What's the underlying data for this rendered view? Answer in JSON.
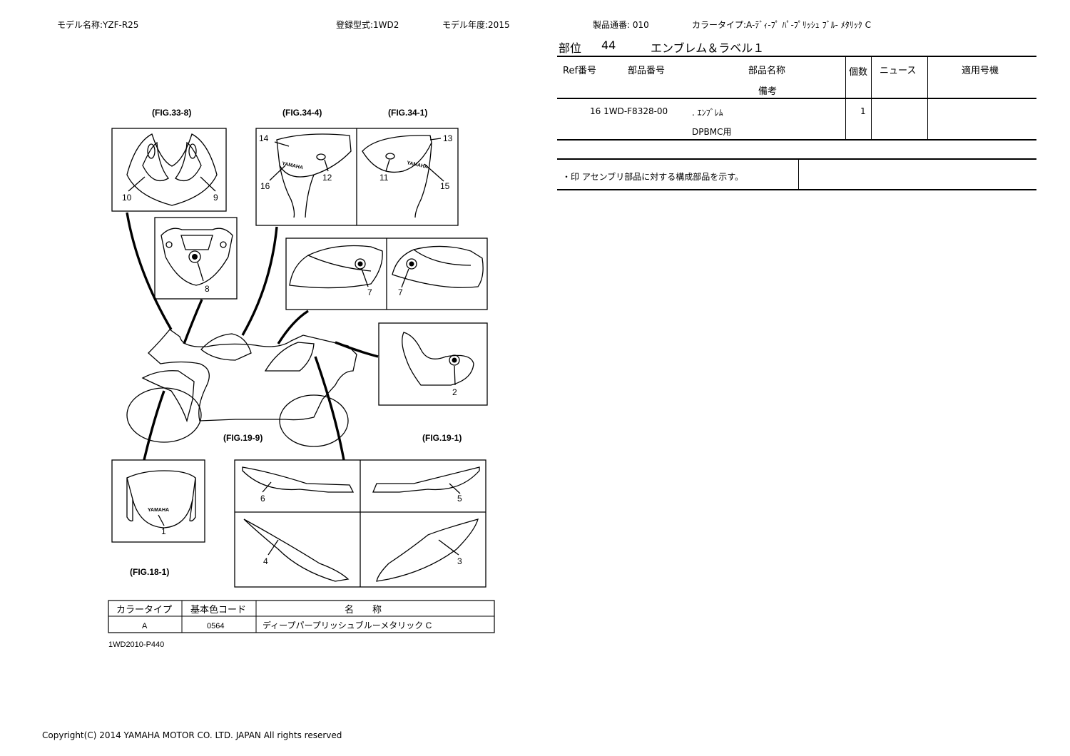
{
  "header": {
    "model_name": "モデル名称:YZF-R25",
    "registration": "登録型式:1WD2",
    "model_year": "モデル年度:2015",
    "serial": "製品通番: 010",
    "color_type": "カラータイプ:A-ﾃﾞｨ-ﾌﾟ ﾊﾟ-ﾌﾟﾘｯｼｭ ﾌﾞﾙ- ﾒﾀﾘｯｸ C"
  },
  "section": {
    "label": "部位",
    "number": "44",
    "title": "エンブレム＆ラベル１"
  },
  "parts_table": {
    "headers": {
      "ref": "Ref番号",
      "part_no": "部品番号",
      "part_name": "部品名称",
      "remarks": "備考",
      "qty": "個数",
      "news": "ニュース",
      "applicable": "適用号機"
    },
    "rows": [
      {
        "ref_part": "16 1WD-F8328-00",
        "name": ". ｴﾝﾌﾞﾚﾑ",
        "remark": "DPBMC用",
        "qty": "1",
        "news": "",
        "applicable": ""
      }
    ],
    "note": "・印 アセンブリ部品に対する構成部品を示す。"
  },
  "diagram": {
    "fig_labels": {
      "fig33_8": "(FIG.33-8)",
      "fig34_4": "(FIG.34-4)",
      "fig34_1": "(FIG.34-1)",
      "fig19_9": "(FIG.19-9)",
      "fig19_1": "(FIG.19-1)",
      "fig18_1": "(FIG.18-1)"
    },
    "callouts": {
      "c1": "1",
      "c2": "2",
      "c3": "3",
      "c4": "4",
      "c5": "5",
      "c6": "6",
      "c7a": "7",
      "c7b": "7",
      "c8": "8",
      "c9": "9",
      "c10": "10",
      "c11": "11",
      "c12": "12",
      "c13": "13",
      "c14": "14",
      "c15": "15",
      "c16": "16"
    },
    "logo_text": {
      "y1": "YAMAHA",
      "y2": "YAMAHA",
      "y3": "YAMAHA"
    },
    "color_table": {
      "headers": {
        "color_type": "カラータイプ",
        "base_code": "基本色コード",
        "name": "名　　称"
      },
      "row": {
        "color_type": "A",
        "base_code": "0564",
        "name": "ディープパープリッシュブルーメタリック C"
      }
    },
    "drawing_code": "1WD2010-P440"
  },
  "footer": {
    "copyright": "Copyright(C) 2014 YAMAHA MOTOR CO. LTD. JAPAN All rights reserved"
  }
}
